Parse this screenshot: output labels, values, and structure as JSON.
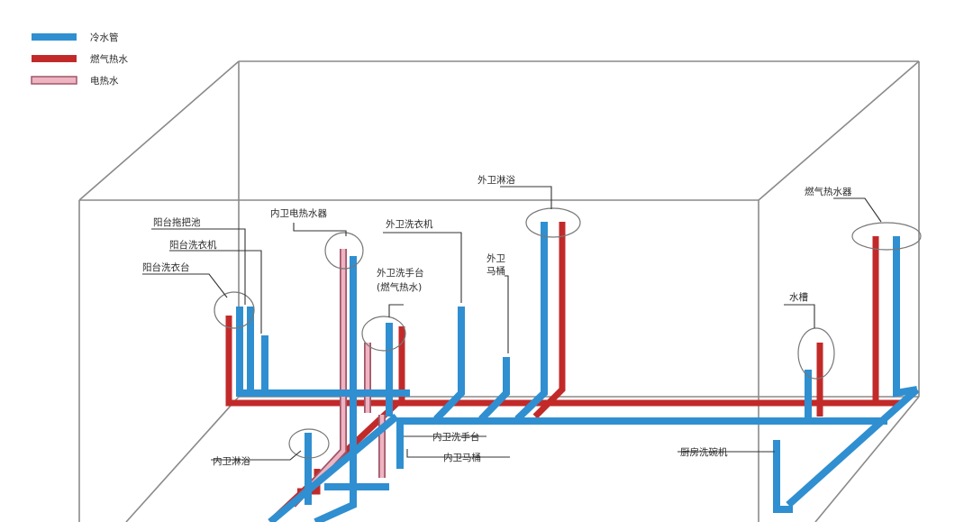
{
  "legend": [
    {
      "label": "冷水管",
      "color": "#2f8fd0",
      "kind": "cold"
    },
    {
      "label": "燃气热水",
      "color": "#c22a2a",
      "kind": "gas"
    },
    {
      "label": "电热水",
      "color": "#eeb4c2",
      "kind": "electric"
    }
  ],
  "labels": {
    "yangtai_tuobachi": "阳台拖把池",
    "yangtai_xiyiji": "阳台洗衣机",
    "yangtai_ximiantai": "阳台洗衣台",
    "neiwei_dianreshuiqi": "内卫电热水器",
    "waiwei_xiyiji": "外卫洗衣机",
    "waiwei_xishoutai_1": "外卫洗手台",
    "waiwei_xishoutai_2": "(燃气热水)",
    "waiwei_matong_1": "外卫",
    "waiwei_matong_2": "马桶",
    "waiwei_linyu": "外卫淋浴",
    "ranqi_reshuiqi": "燃气热水器",
    "shuicao": "水槽",
    "neiwei_linyu": "内卫淋浴",
    "neiwei_xishoutai": "内卫洗手台",
    "neiwei_matong": "内卫马桶",
    "chufang_xiwanji": "厨房洗碗机"
  },
  "colors": {
    "cold": "#2f8fd0",
    "gas": "#c22a2a",
    "electric": "#eeb4c2",
    "frame": "#8a8a8a"
  }
}
